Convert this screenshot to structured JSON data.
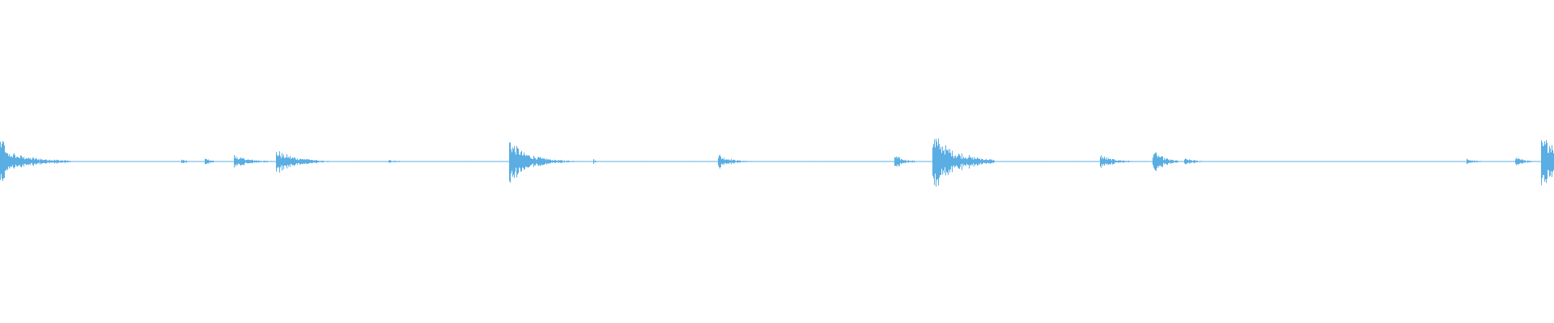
{
  "waveform": {
    "color": "#5aaee3",
    "segments": [
      {
        "from": 0.0,
        "to": 0.003,
        "amp": 0.42,
        "decay": 0.0
      },
      {
        "from": 0.003,
        "to": 0.045,
        "amp": 0.2,
        "decay": 0.055
      },
      {
        "from": 0.117,
        "to": 0.121,
        "amp": 0.04,
        "decay": 0.01
      },
      {
        "from": 0.132,
        "to": 0.138,
        "amp": 0.06,
        "decay": 0.015
      },
      {
        "from": 0.151,
        "to": 0.18,
        "amp": 0.11,
        "decay": 0.03
      },
      {
        "from": 0.178,
        "to": 0.205,
        "amp": 0.2,
        "decay": 0.04
      },
      {
        "from": 0.195,
        "to": 0.215,
        "amp": 0.05,
        "decay": 0.03
      },
      {
        "from": 0.25,
        "to": 0.262,
        "amp": 0.03,
        "decay": 0.02
      },
      {
        "from": 0.328,
        "to": 0.375,
        "amp": 0.42,
        "decay": 0.035
      },
      {
        "from": 0.382,
        "to": 0.385,
        "amp": 0.04,
        "decay": 0.004
      },
      {
        "from": 0.462,
        "to": 0.49,
        "amp": 0.14,
        "decay": 0.022
      },
      {
        "from": 0.576,
        "to": 0.59,
        "amp": 0.12,
        "decay": 0.018
      },
      {
        "from": 0.6,
        "to": 0.64,
        "amp": 0.5,
        "decay": 0.045
      },
      {
        "from": 0.708,
        "to": 0.73,
        "amp": 0.12,
        "decay": 0.025
      },
      {
        "from": 0.742,
        "to": 0.758,
        "amp": 0.22,
        "decay": 0.02
      },
      {
        "from": 0.762,
        "to": 0.78,
        "amp": 0.06,
        "decay": 0.02
      },
      {
        "from": 0.944,
        "to": 0.955,
        "amp": 0.05,
        "decay": 0.015
      },
      {
        "from": 0.975,
        "to": 0.985,
        "amp": 0.1,
        "decay": 0.015
      },
      {
        "from": 0.992,
        "to": 1.0,
        "amp": 0.4,
        "decay": 0.0
      }
    ]
  }
}
